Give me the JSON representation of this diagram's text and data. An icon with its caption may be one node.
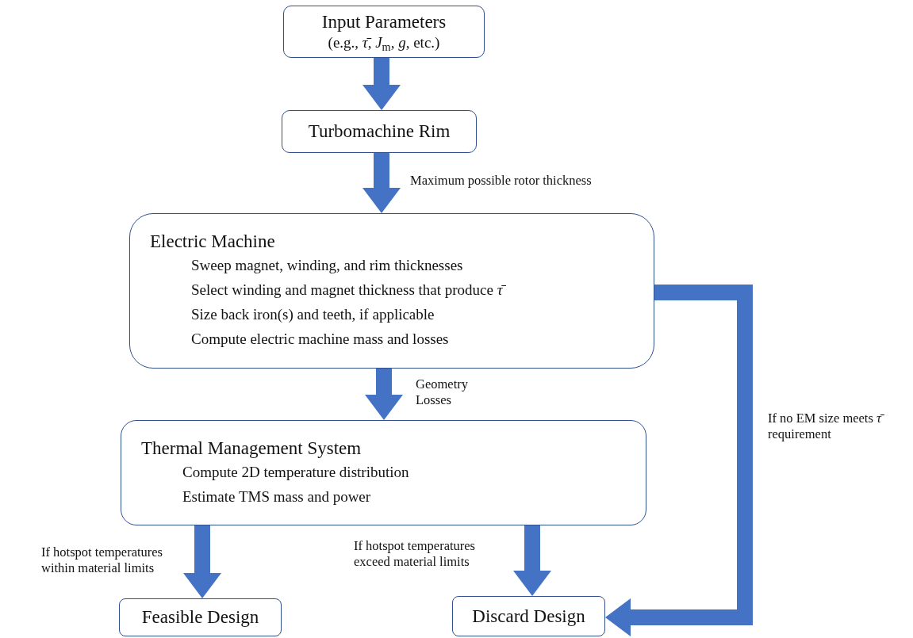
{
  "diagram": {
    "nodes": [
      {
        "text": [
          "Input Parameters",
          "(e.g., *τ̄*, *J*$_{m}$, *g*, etc.)"
        ]
      },
      {
        "text": [
          "Turbomachine Rim"
        ]
      },
      {
        "text": [
          "Electric Machine",
          "Sweep magnet, winding, and rim thicknesses",
          "Select winding and magnet thickness that produce *τ̄*",
          "Size back iron(s) and teeth, if applicable",
          "Compute electric machine mass and losses"
        ]
      },
      {
        "text": [
          "Thermal Management System",
          "Compute 2D temperature distribution",
          "Estimate TMS mass and power"
        ]
      },
      {
        "text": [
          "Feasible Design"
        ]
      },
      {
        "text": [
          "Discard Design"
        ]
      }
    ],
    "edges": [
      {
        "from": 0,
        "to": 1,
        "arrow": "to"
      },
      {
        "from": 1,
        "to": 2,
        "arrow": "to",
        "label": "Maximum possible rotor thickness"
      },
      {
        "from": 2,
        "to": 3,
        "arrow": "to",
        "label": "Geometry Losses"
      },
      {
        "from": 3,
        "to": 4,
        "arrow": "to",
        "label": "If hotspot temperatures within material limits"
      },
      {
        "from": 3,
        "to": 5,
        "arrow": "to",
        "label": "If hotspot temperatures exceed material limits"
      },
      {
        "from": 2,
        "to": 5,
        "arrow": "to",
        "label": "If no EM size meets *τ̄* requirement"
      }
    ]
  }
}
